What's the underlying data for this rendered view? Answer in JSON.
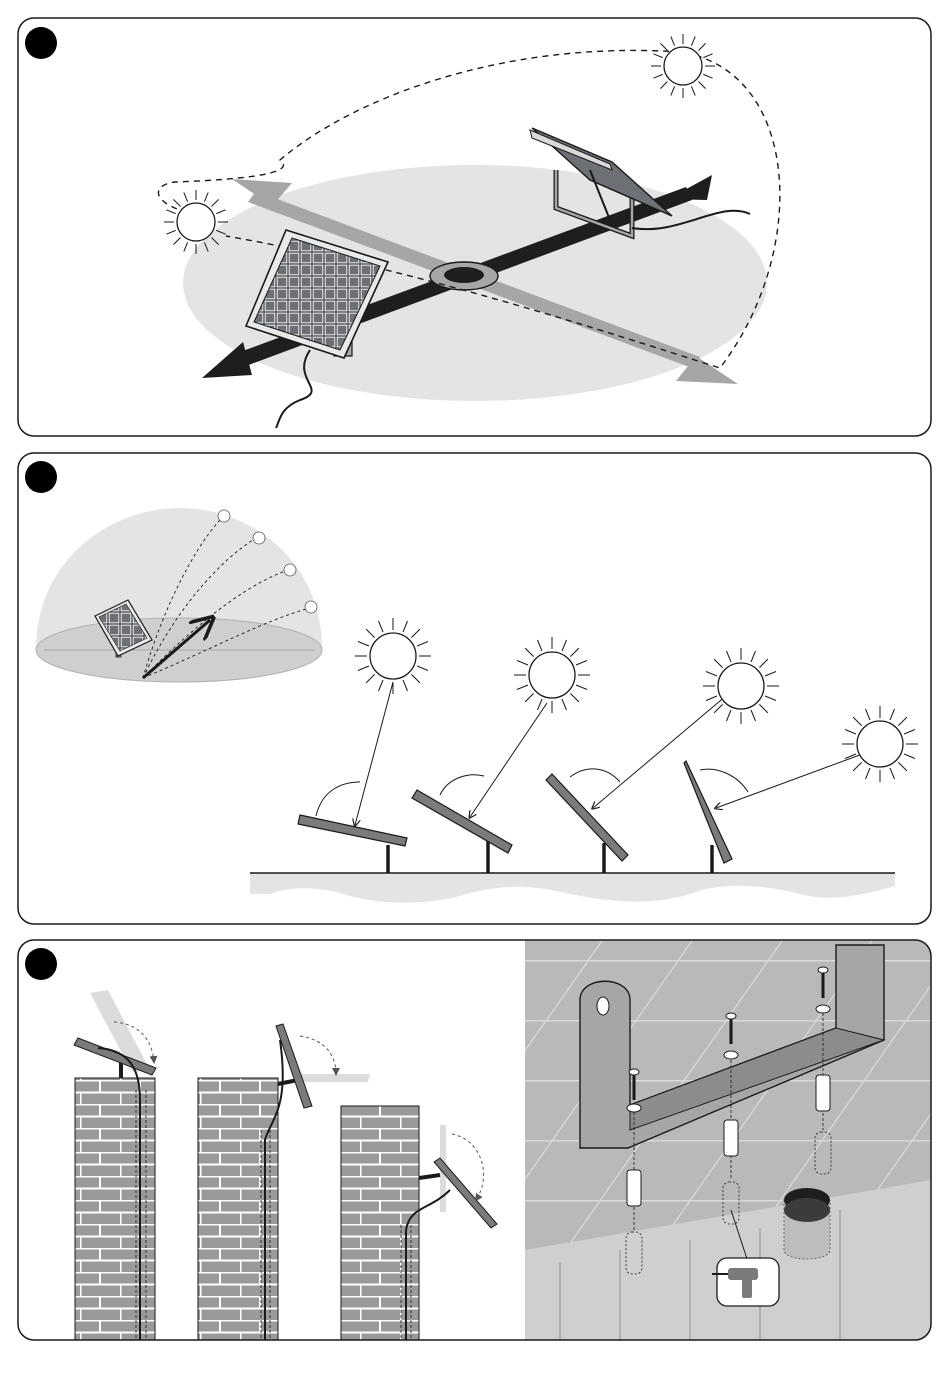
{
  "panels": [
    {
      "id": "panel-1",
      "topic": "solar-panel-orientation-north-south"
    },
    {
      "id": "panel-2",
      "topic": "solar-panel-tilt-angle-by-season"
    },
    {
      "id": "panel-3",
      "topic": "solar-panel-mounting-options"
    }
  ],
  "icons": [
    "sun-icon",
    "solar-panel-icon",
    "drill-icon",
    "wall-plug-icon",
    "screw-icon",
    "brick-wall-icon"
  ],
  "colors": {
    "outline": "#1a1a1a",
    "light_gray": "#e4e4e4",
    "mid_gray": "#a6a6a6",
    "dark_gray": "#7b7b7b",
    "black": "#1e1e1e",
    "panel_blue_gray": "#5f6266",
    "brick": "#9a9a9a"
  }
}
